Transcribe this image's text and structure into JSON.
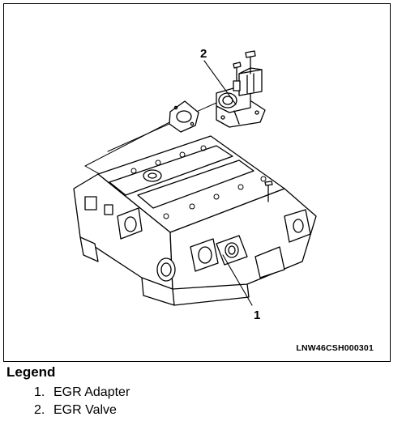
{
  "figure": {
    "code": "LNW46CSH000301",
    "callouts": [
      {
        "number": "1"
      },
      {
        "number": "2"
      }
    ]
  },
  "legend": {
    "title": "Legend",
    "items": [
      {
        "number": "1.",
        "label": "EGR Adapter"
      },
      {
        "number": "2.",
        "label": "EGR Valve"
      }
    ]
  }
}
